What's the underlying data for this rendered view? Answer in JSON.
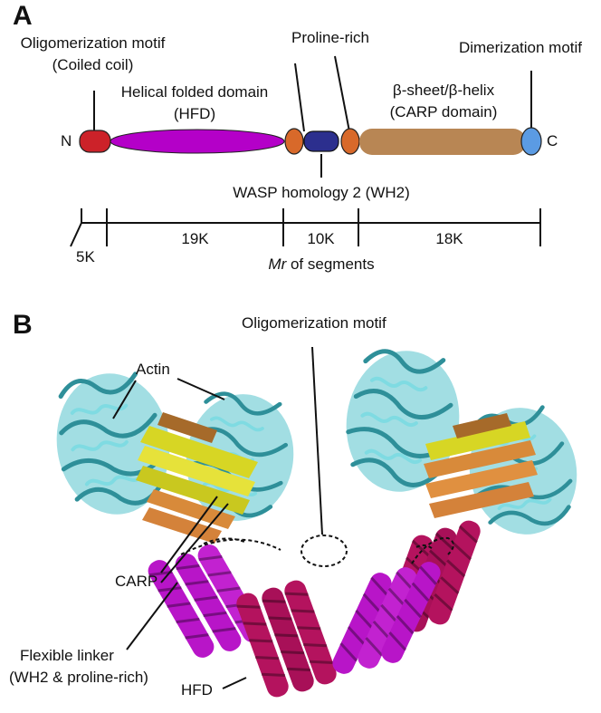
{
  "panel_a": {
    "letter": "A",
    "oligomerization_motif": "Oligomerization motif",
    "coiled_coil": "(Coiled coil)",
    "proline_rich": "Proline-rich",
    "dimerization_motif": "Dimerization motif",
    "hfd_title": "Helical folded domain",
    "hfd_abbrev": "(HFD)",
    "beta_sheet": "β-sheet/β-helix",
    "carp_domain": "(CARP domain)",
    "n_terminus": "N",
    "c_terminus": "C",
    "wh2": "WASP homology 2 (WH2)",
    "segments": [
      "5K",
      "19K",
      "10K",
      "18K"
    ],
    "mr_symbol": "Mr",
    "mr_caption": " of segments"
  },
  "panel_b": {
    "letter": "B",
    "oligomerization_motif": "Oligomerization motif",
    "actin": "Actin",
    "carp": "CARP",
    "flexible_linker": "Flexible linker",
    "linker_detail": "(WH2 & proline-rich)",
    "hfd": "HFD"
  },
  "colors": {
    "coiled_coil": "#cc2229",
    "hfd": "#b400c8",
    "proline_rich": "#d8692a",
    "wh2": "#2c2f8e",
    "carp": "#b88654",
    "dimerization": "#5b9be3",
    "actin": "#56c3cc",
    "beta_yellow": "#d7d624",
    "beta_orange": "#d88a3a",
    "hfd_magenta": "#b815c8",
    "hfd_crimson": "#b4135e"
  }
}
